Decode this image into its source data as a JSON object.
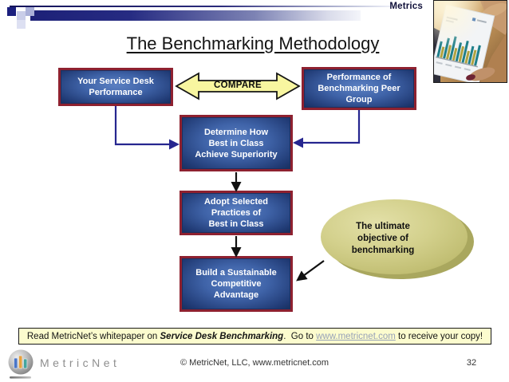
{
  "slide": {
    "header_label": "Metrics",
    "title": "The Benchmarking Methodology"
  },
  "flowchart": {
    "left_box": {
      "lines": [
        "Your Service Desk",
        "Performance"
      ]
    },
    "compare_label": "COMPARE",
    "right_box": {
      "lines": [
        "Performance of",
        "Benchmarking Peer",
        "Group"
      ]
    },
    "determine_box": {
      "lines": [
        "Determine How",
        "Best in Class",
        "Achieve Superiority"
      ]
    },
    "adopt_box": {
      "lines": [
        "Adopt Selected",
        "Practices of",
        "Best in Class"
      ]
    },
    "build_box": {
      "lines": [
        "Build a Sustainable",
        "Competitive",
        "Advantage"
      ]
    },
    "oval": {
      "lines": [
        "The ultimate",
        "objective of",
        "benchmarking"
      ]
    }
  },
  "banner": {
    "prefix": "Read MetricNet’s whitepaper on ",
    "highlight": "Service Desk Benchmarking",
    "mid": ".  Go to ",
    "link": "www.metricnet.com",
    "suffix": " to receive your copy!"
  },
  "footer": {
    "logo_text": "MetricNet",
    "copyright": "© MetricNet, LLC, www.metricnet.com",
    "page_number": "32"
  },
  "icons": {
    "logo_chart_icon": "bar-chart-sphere",
    "photo_thumbnail": "hand-holding-bar-chart-report"
  },
  "colors": {
    "box_border": "#8e2130",
    "box_fill": "#3f63a8",
    "compare_fill": "#f8f6a0",
    "oval_fill": "#c9c67e",
    "banner_bg": "#fcfcce",
    "connector_navy": "#26268f",
    "connector_black": "#111111",
    "bar_navy": "#1d2178",
    "link": "#98a2b8"
  }
}
